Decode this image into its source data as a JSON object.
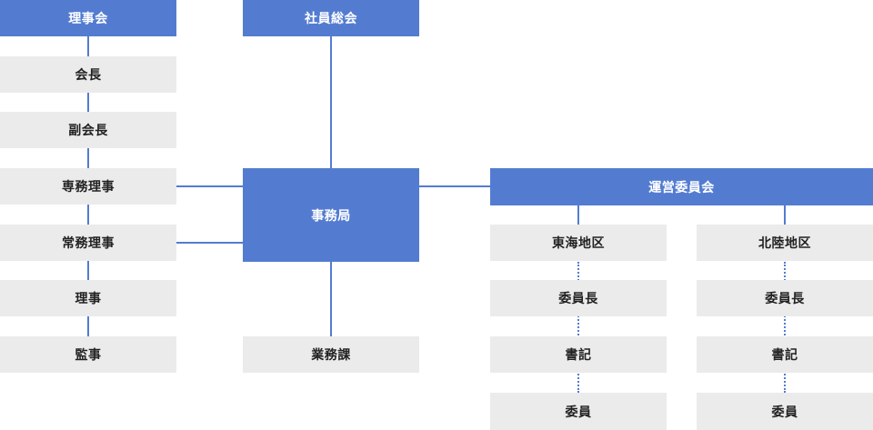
{
  "board": {
    "header": "理事会",
    "roles": [
      "会長",
      "副会長",
      "専務理事",
      "常務理事",
      "理事",
      "監事"
    ]
  },
  "general_meeting": "社員総会",
  "secretariat": "事務局",
  "business_section": "業務課",
  "operating_committee": {
    "header": "運営委員会",
    "regions": [
      {
        "name": "東海地区",
        "roles": [
          "委員長",
          "書記",
          "委員"
        ]
      },
      {
        "name": "北陸地区",
        "roles": [
          "委員長",
          "書記",
          "委員"
        ]
      }
    ]
  },
  "colors": {
    "accent": "#537cd1",
    "box_gray": "#ebebeb",
    "text_dark": "#222222"
  }
}
